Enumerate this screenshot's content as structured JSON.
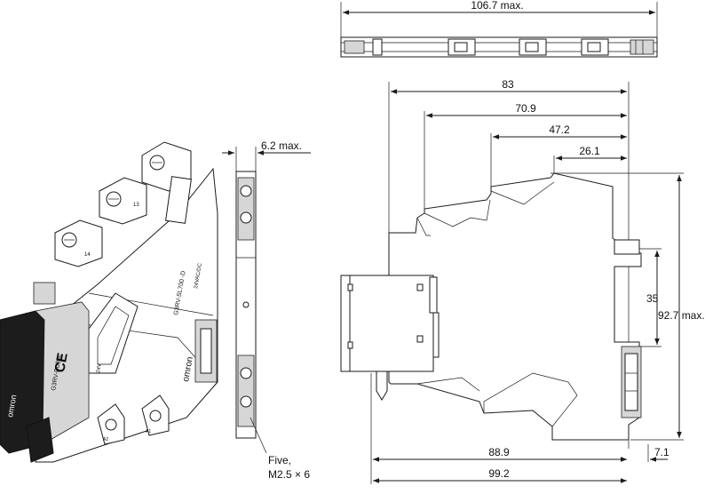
{
  "dimensions": {
    "top_width": "106.7 max.",
    "overall_83": "83",
    "d_70_9": "70.9",
    "d_47_2": "47.2",
    "d_26_1": "26.1",
    "rail_35": "35",
    "height_max": "92.7 max.",
    "d_88_9": "88.9",
    "d_99_2": "99.2",
    "d_7_1": "7.1",
    "side_width": "6.2 max."
  },
  "screw_note": {
    "line1": "Five,",
    "line2": "M2.5 × 6"
  },
  "product_markings": {
    "brand": "omron",
    "model": "G3RV-SL700 -D",
    "voltage": "24VAC/DC",
    "short_voltage": "24V",
    "relay_brand": "omron",
    "relay_model": "G3RV-D03SL",
    "ce_mark": "CE",
    "terminal_labels": [
      "13",
      "14",
      "A1",
      "A2"
    ]
  },
  "colors": {
    "line": "#1a1a1a",
    "relay_body": "#1c1c1c",
    "background": "#ffffff"
  }
}
